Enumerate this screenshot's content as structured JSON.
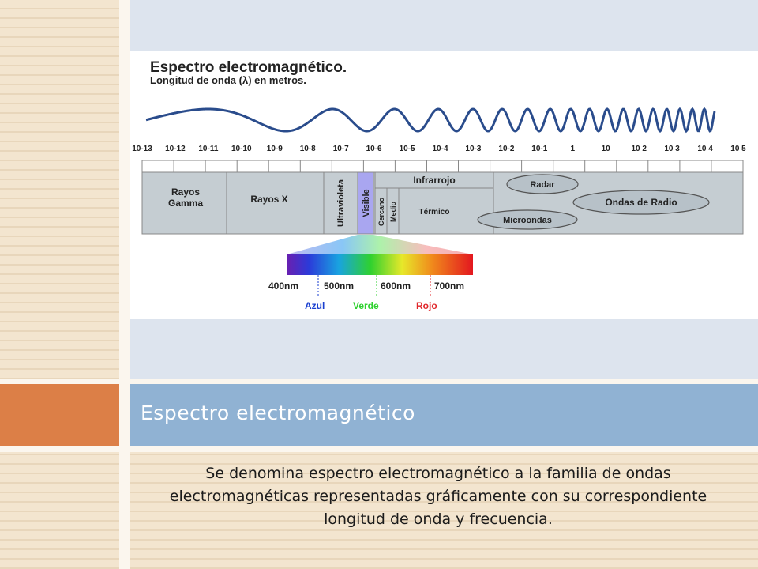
{
  "slide": {
    "title": "Espectro electromagnético",
    "caption": "Se denomina espectro electromagnético a la familia de ondas electromagnéticas representadas gráficamente con su correspondiente longitud de onda y frecuencia."
  },
  "figure": {
    "heading": "Espectro electromagnético.",
    "subheading": "Longitud de onda (λ) en metros.",
    "scale_labels": [
      "10-13",
      "10-12",
      "10-11",
      "10-10",
      "10-9",
      "10-8",
      "10-7",
      "10-6",
      "10-5",
      "10-4",
      "10-3",
      "10-2",
      "10-1",
      "1",
      "10",
      "10 2",
      "10 3",
      "10 4",
      "10 5"
    ],
    "regions": {
      "gamma_1": "Rayos",
      "gamma_2": "Gamma",
      "xray": "Rayos X",
      "uv": "Ultravioleta",
      "visible": "Visible",
      "ir": "Infrarrojo",
      "ir_near": "Cercano",
      "ir_mid": "Medio",
      "ir_thermal": "Térmico",
      "radar": "Radar",
      "radio": "Ondas de Radio",
      "micro": "Microondas"
    },
    "nm_labels": {
      "n400": "400nm",
      "n500": "500nm",
      "n600": "600nm",
      "n700": "700nm"
    },
    "color_labels": {
      "blue": "Azul",
      "green": "Verde",
      "red": "Rojo"
    },
    "colors": {
      "blue": "#1a3fd0",
      "green": "#2fd12f",
      "red": "#e0262a"
    }
  }
}
